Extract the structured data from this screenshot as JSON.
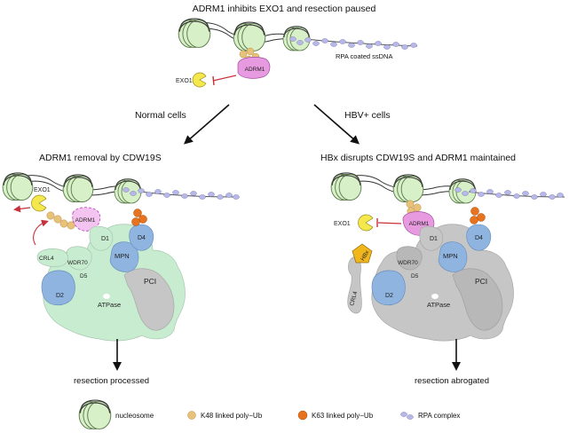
{
  "title": "ADRM1 inhibits EXO1 and resection paused",
  "top": {
    "ssdna_label": "RPA coated ssDNA",
    "adrm1": "ADRM1",
    "exo1": "EXO1"
  },
  "branches": {
    "normal": "Normal cells",
    "hbv": "HBV+ cells"
  },
  "left_panel": {
    "title": "ADRM1 removal by CDW19S",
    "exo1": "EXO1",
    "adrm1": "ADRM1",
    "crl4": "CRL4",
    "wdr70": "WDR70",
    "d1": "D1",
    "d4": "D4",
    "d5": "D5",
    "d2": "D2",
    "mpn": "MPN",
    "pci": "PCI",
    "atpase": "ATPase",
    "outcome": "resection processed"
  },
  "right_panel": {
    "title": "HBx disrupts CDW19S and ADRM1 maintained",
    "exo1": "EXO1",
    "adrm1": "ADRM1",
    "hbx": "HBx",
    "crl4": "CRL4",
    "wdr70": "WDR70",
    "d1": "D1",
    "d4": "D4",
    "d5": "D5",
    "d2": "D2",
    "mpn": "MPN",
    "pci": "PCI",
    "atpase": "ATPase",
    "outcome": "resection abrogated"
  },
  "legend": {
    "nucleosome": "nucleosome",
    "k48": "K48 linked poly−Ub",
    "k63": "K63 linked poly−Ub",
    "rpa": "RPA complex"
  },
  "colors": {
    "nucleosome_fill": "#d8f0c8",
    "nucleosome_stroke": "#5a7a4a",
    "k48": "#e8c27a",
    "k63": "#e8731e",
    "rpa": "#b8b8e8",
    "adrm1": "#e89ae0",
    "exo1": "#f4e84c",
    "green_complex": "#c8ecd0",
    "grey_complex": "#c6c6c6",
    "blue_domain": "#8fb4e0",
    "hbx": "#f0b61c",
    "inhibit": "#d0303a"
  }
}
